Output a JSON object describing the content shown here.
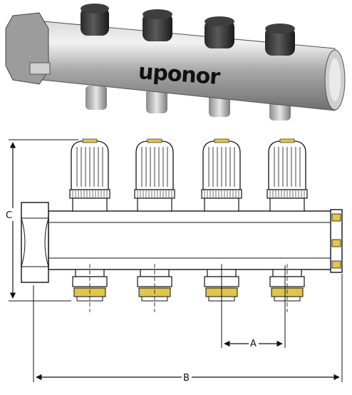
{
  "photo": {
    "brand_logo": "uponor",
    "valve_count": 4
  },
  "drawing": {
    "valve_count": 4,
    "dimensions": {
      "a_label": "A",
      "b_label": "B",
      "c_label": "C"
    }
  },
  "colors": {
    "brass": "#e0c64a",
    "ink": "#111111",
    "metal": "#b9b9b9"
  }
}
